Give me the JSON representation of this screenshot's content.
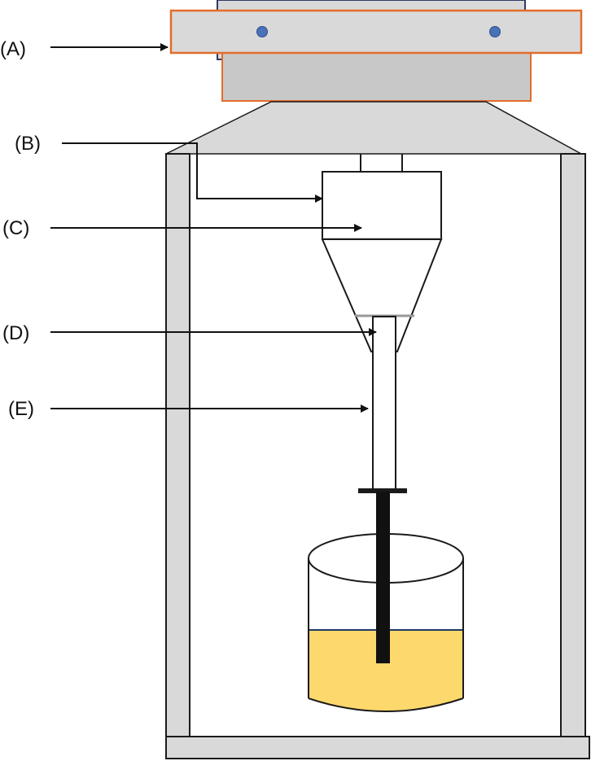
{
  "labels": {
    "a": "(A)",
    "b": "(B)",
    "c": "(C)",
    "d": "(D)",
    "e": "(E)"
  },
  "colors": {
    "plate_fill": "#d9d9d9",
    "plate_border": "#e36c2a",
    "bolt": "#4a72b8",
    "frame_fill": "#d9d9d9",
    "stroke": "#1a1a1a",
    "liquid": "#fdd86c",
    "rim_blue": "#1f3864"
  }
}
